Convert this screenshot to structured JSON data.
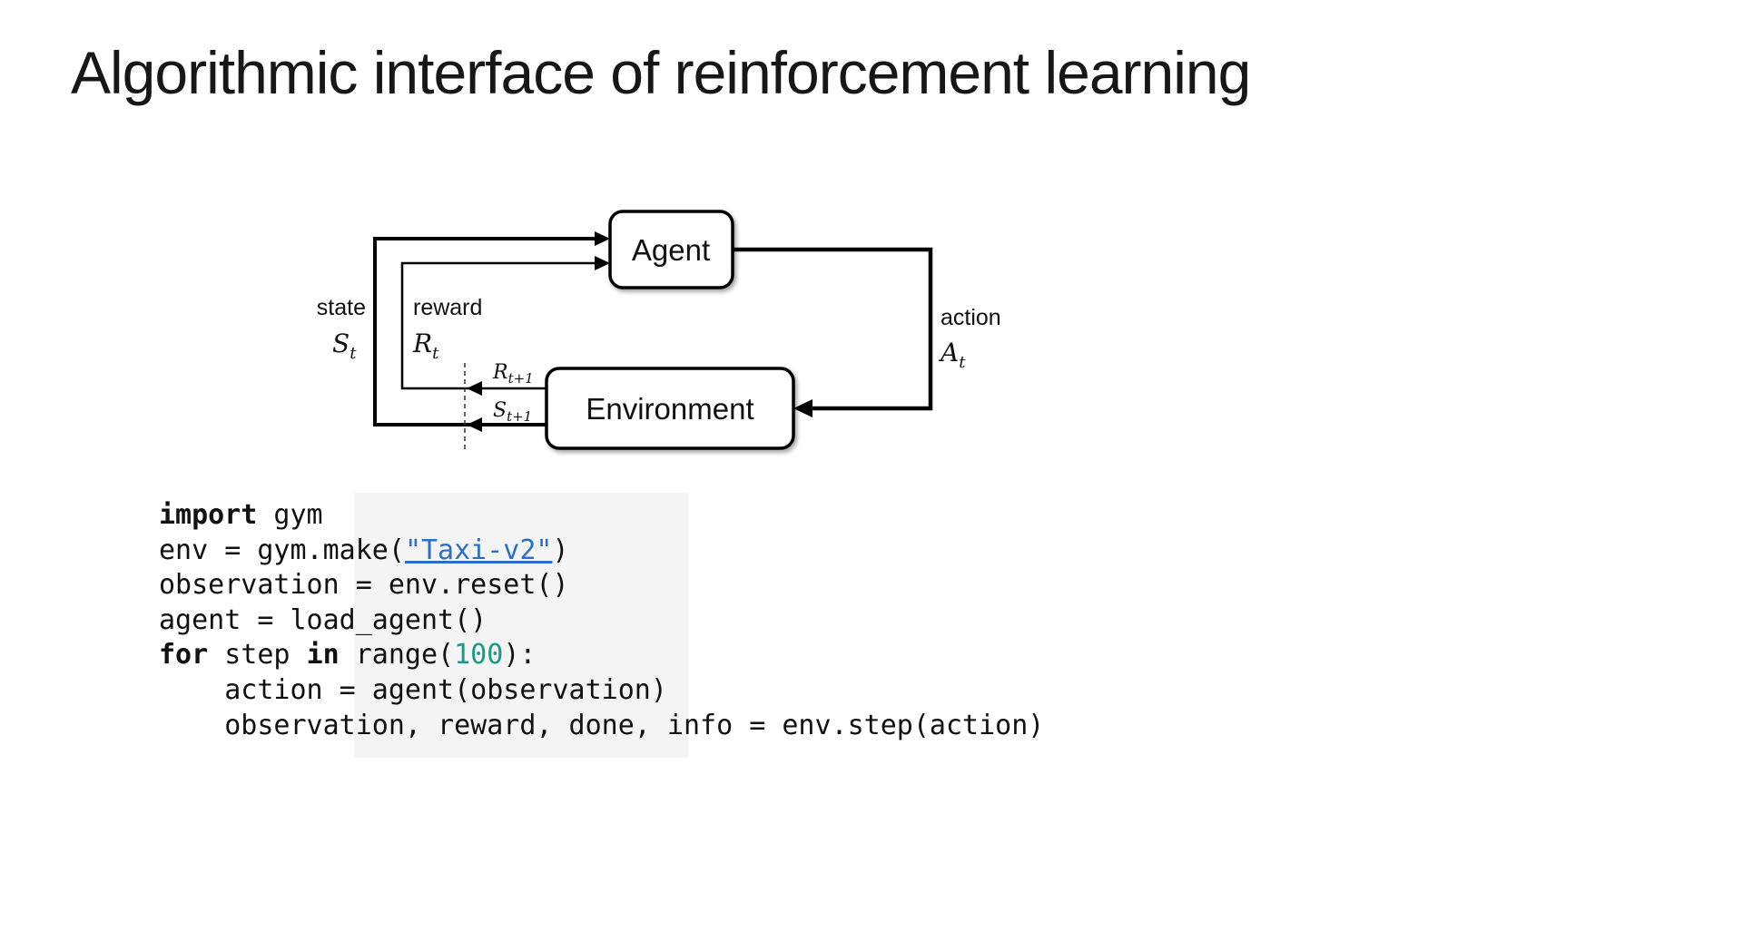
{
  "slide": {
    "title": "Algorithmic interface of reinforcement learning",
    "background": "#ffffff"
  },
  "diagram": {
    "agent_label": "Agent",
    "environment_label": "Environment",
    "labels": {
      "state": "state",
      "reward": "reward",
      "action": "action"
    },
    "symbols": {
      "state": {
        "main": "S",
        "sub": "t"
      },
      "reward": {
        "main": "R",
        "sub": "t"
      },
      "action": {
        "main": "A",
        "sub": "t"
      },
      "next_reward": {
        "main": "R",
        "sub": "t+1"
      },
      "next_state": {
        "main": "S",
        "sub": "t+1"
      }
    },
    "line_color": "#000000"
  },
  "code": {
    "colors": {
      "plain": "#111111",
      "kw": "#111111",
      "link": "#2970c8",
      "num": "#199a86"
    },
    "lines": [
      [
        {
          "t": "import",
          "c": "kw"
        },
        {
          "t": " gym",
          "c": "plain"
        }
      ],
      [
        {
          "t": "env = gym.make(",
          "c": "plain"
        },
        {
          "t": "\"Taxi-v2\"",
          "c": "link"
        },
        {
          "t": ")",
          "c": "plain"
        }
      ],
      [
        {
          "t": "observation = env.reset()",
          "c": "plain"
        }
      ],
      [
        {
          "t": "agent = load_agent()",
          "c": "plain"
        }
      ],
      [
        {
          "t": "for",
          "c": "kw"
        },
        {
          "t": " step ",
          "c": "plain"
        },
        {
          "t": "in",
          "c": "kw"
        },
        {
          "t": " range(",
          "c": "plain"
        },
        {
          "t": "100",
          "c": "num"
        },
        {
          "t": "):",
          "c": "plain"
        }
      ],
      [
        {
          "t": "    action = agent(observation)",
          "c": "plain"
        }
      ],
      [
        {
          "t": "    observation, reward, done, info = env.step(action)",
          "c": "plain"
        }
      ]
    ]
  }
}
